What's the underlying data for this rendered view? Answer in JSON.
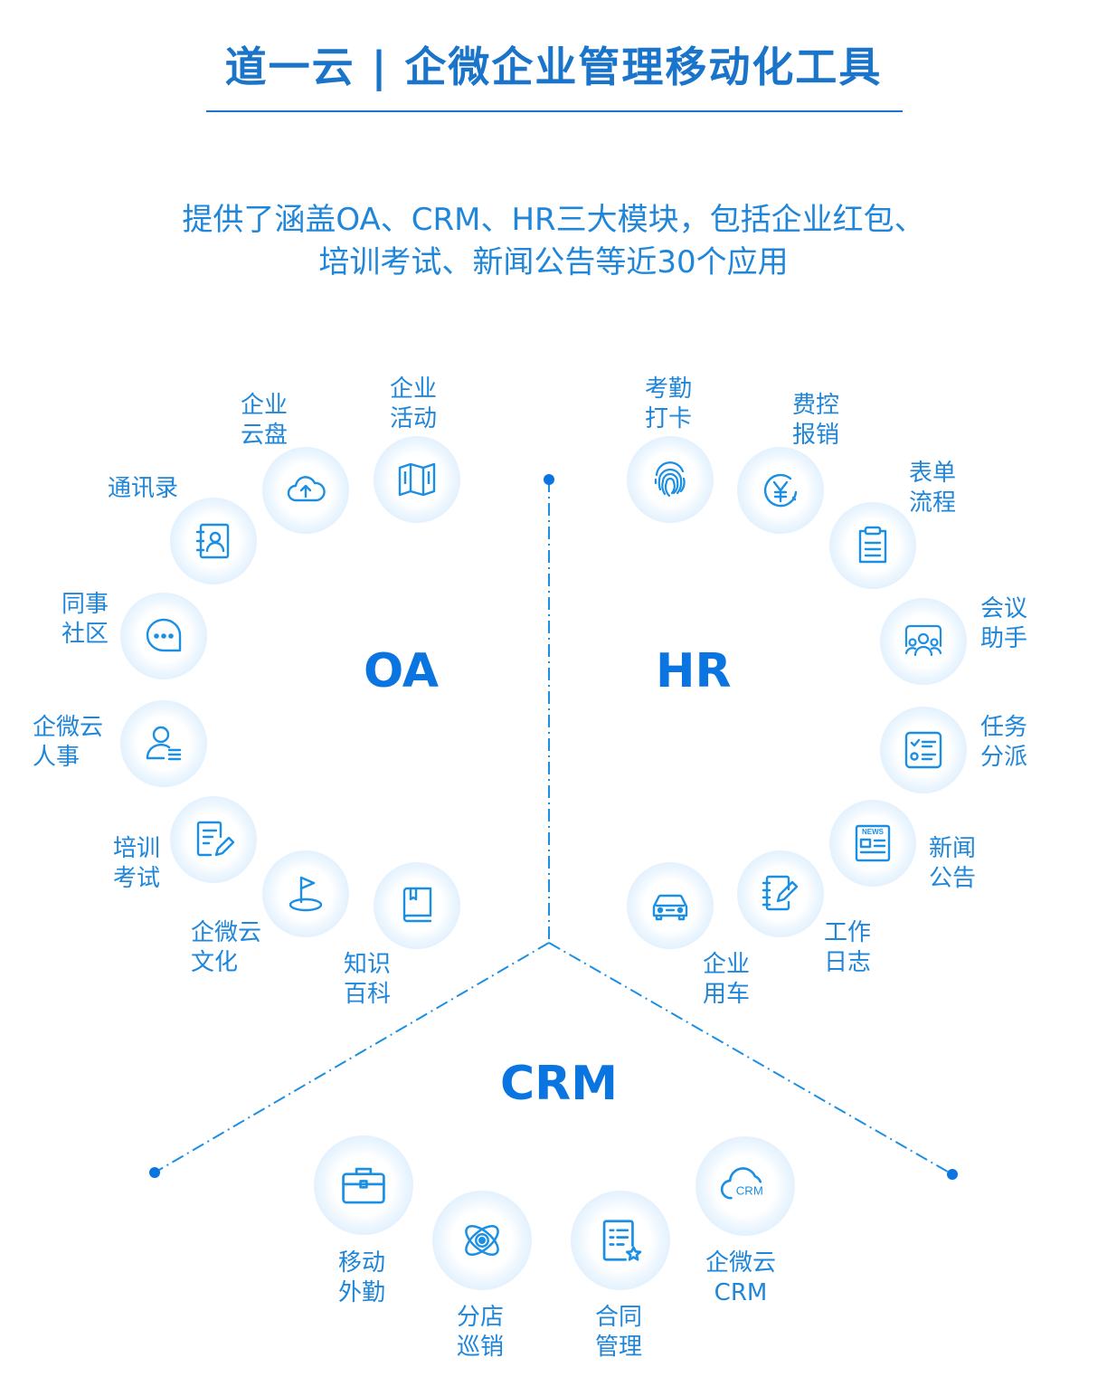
{
  "header": {
    "title": "道一云 | 企微企业管理移动化工具",
    "subtitle_line1": "提供了涵盖OA、CRM、HR三大模块，包括企业红包、",
    "subtitle_line2": "培训考试、新闻公告等近30个应用"
  },
  "colors": {
    "primary": "#1a74c9",
    "module": "#0a75e0",
    "text": "#1f86d9",
    "icon": "#1a8fe3"
  },
  "modules": {
    "oa": "OA",
    "hr": "HR",
    "crm": "CRM"
  },
  "oa": {
    "cloud_disk": {
      "line1": "企业",
      "line2": "云盘",
      "icon": "cloud-upload-icon"
    },
    "activity": {
      "line1": "企业",
      "line2": "活动",
      "icon": "map-icon"
    },
    "contacts": {
      "line1": "通讯录",
      "icon": "contact-book-icon"
    },
    "community": {
      "line1": "同事",
      "line2": "社区",
      "icon": "chat-bubble-icon"
    },
    "hr_people": {
      "line1": "企微云",
      "line2": "人事",
      "icon": "person-list-icon"
    },
    "training": {
      "line1": "培训",
      "line2": "考试",
      "icon": "document-edit-icon"
    },
    "culture": {
      "line1": "企微云",
      "line2": "文化",
      "icon": "flag-icon"
    },
    "wiki": {
      "line1": "知识",
      "line2": "百科",
      "icon": "book-icon"
    }
  },
  "hr": {
    "attendance": {
      "line1": "考勤",
      "line2": "打卡",
      "icon": "fingerprint-icon"
    },
    "expense": {
      "line1": "费控",
      "line2": "报销",
      "icon": "yen-icon"
    },
    "form": {
      "line1": "表单",
      "line2": "流程",
      "icon": "clipboard-icon"
    },
    "meeting": {
      "line1": "会议",
      "line2": "助手",
      "icon": "meeting-group-icon"
    },
    "task": {
      "line1": "任务",
      "line2": "分派",
      "icon": "task-list-icon"
    },
    "news": {
      "line1": "新闻",
      "line2": "公告",
      "icon": "news-icon",
      "icon_text": "NEWS"
    },
    "worklog": {
      "line1": "工作",
      "line2": "日志",
      "icon": "journal-edit-icon"
    },
    "car": {
      "line1": "企业",
      "line2": "用车",
      "icon": "car-icon"
    }
  },
  "crm": {
    "field_work": {
      "line1": "移动",
      "line2": "外勤",
      "icon": "briefcase-icon"
    },
    "store_patrol": {
      "line1": "分店",
      "line2": "巡销",
      "icon": "orbit-icon"
    },
    "contract": {
      "line1": "合同",
      "line2": "管理",
      "icon": "contract-star-icon"
    },
    "cloud_crm": {
      "line1": "企微云",
      "line2": "CRM",
      "icon": "cloud-crm-icon",
      "icon_text": "CRM"
    }
  }
}
